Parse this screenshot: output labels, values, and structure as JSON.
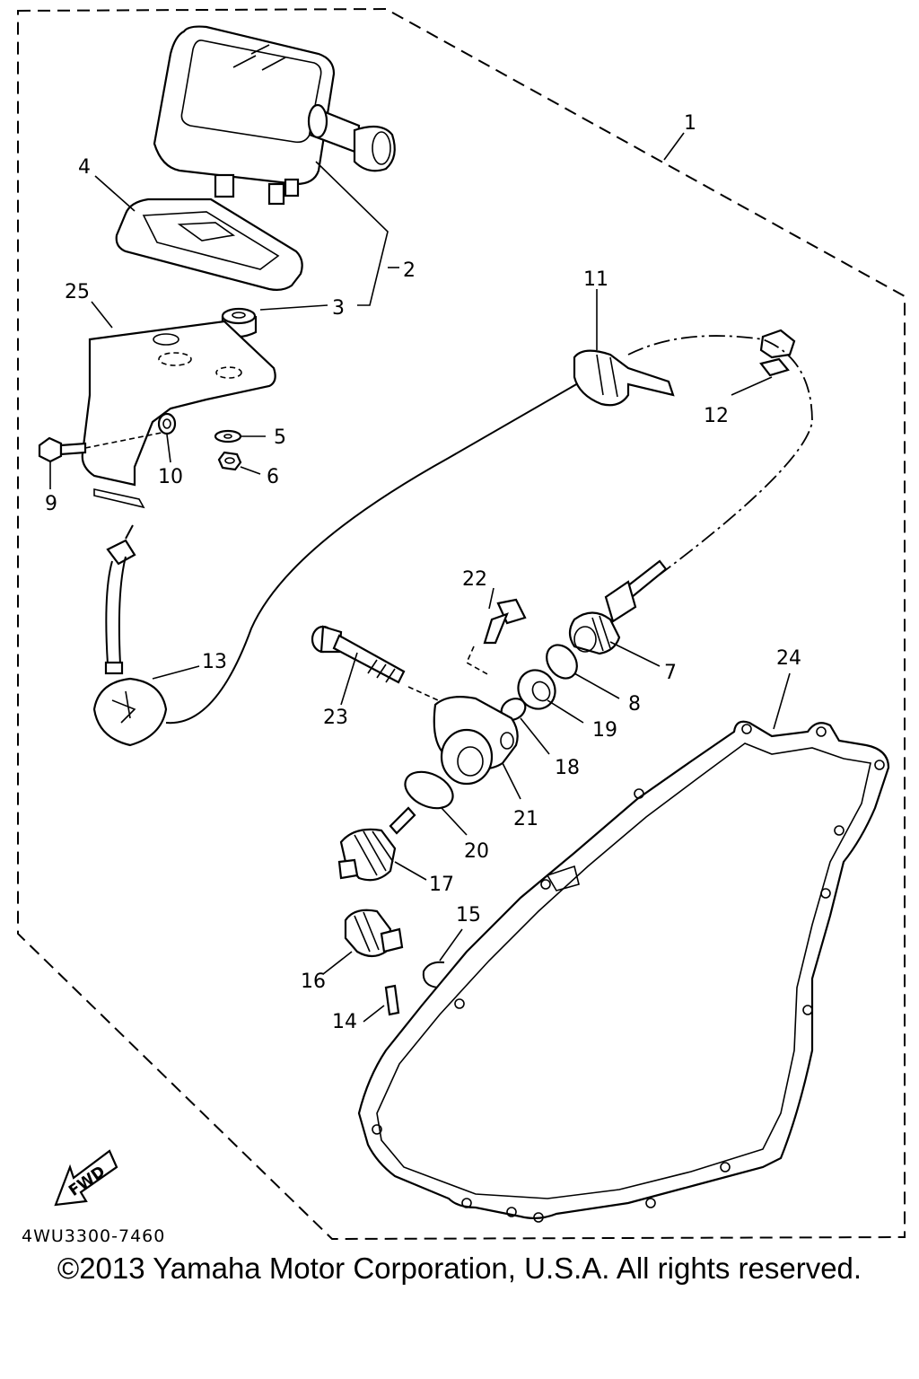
{
  "diagram": {
    "callouts": [
      "1",
      "2",
      "3",
      "4",
      "5",
      "6",
      "7",
      "8",
      "9",
      "10",
      "11",
      "12",
      "13",
      "14",
      "15",
      "16",
      "17",
      "18",
      "19",
      "20",
      "21",
      "22",
      "23",
      "24",
      "25"
    ],
    "fwd_label": "FWD",
    "drawing_code": "4WU3300-7460"
  },
  "footer": {
    "copyright": "©2013 Yamaha Motor Corporation, U.S.A. All rights reserved."
  }
}
